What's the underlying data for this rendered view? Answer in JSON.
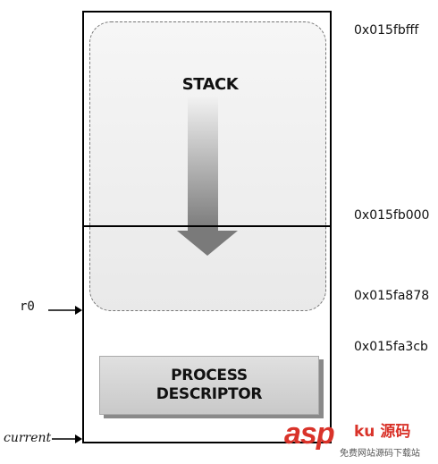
{
  "diagram": {
    "stack_label": "STACK",
    "process_descriptor": {
      "line1": "PROCESS",
      "line2": "DESCRIPTOR"
    },
    "addresses": {
      "top": "0x015fbfff",
      "boundary": "0x015fb000",
      "r0": "0x015fa878",
      "descriptor": "0x015fa3cb"
    },
    "pointers": {
      "r0": "r0",
      "current": "current"
    }
  },
  "watermark": {
    "main": "asp",
    "side": "ku 源码",
    "sub": "免费网站源码下载站"
  }
}
